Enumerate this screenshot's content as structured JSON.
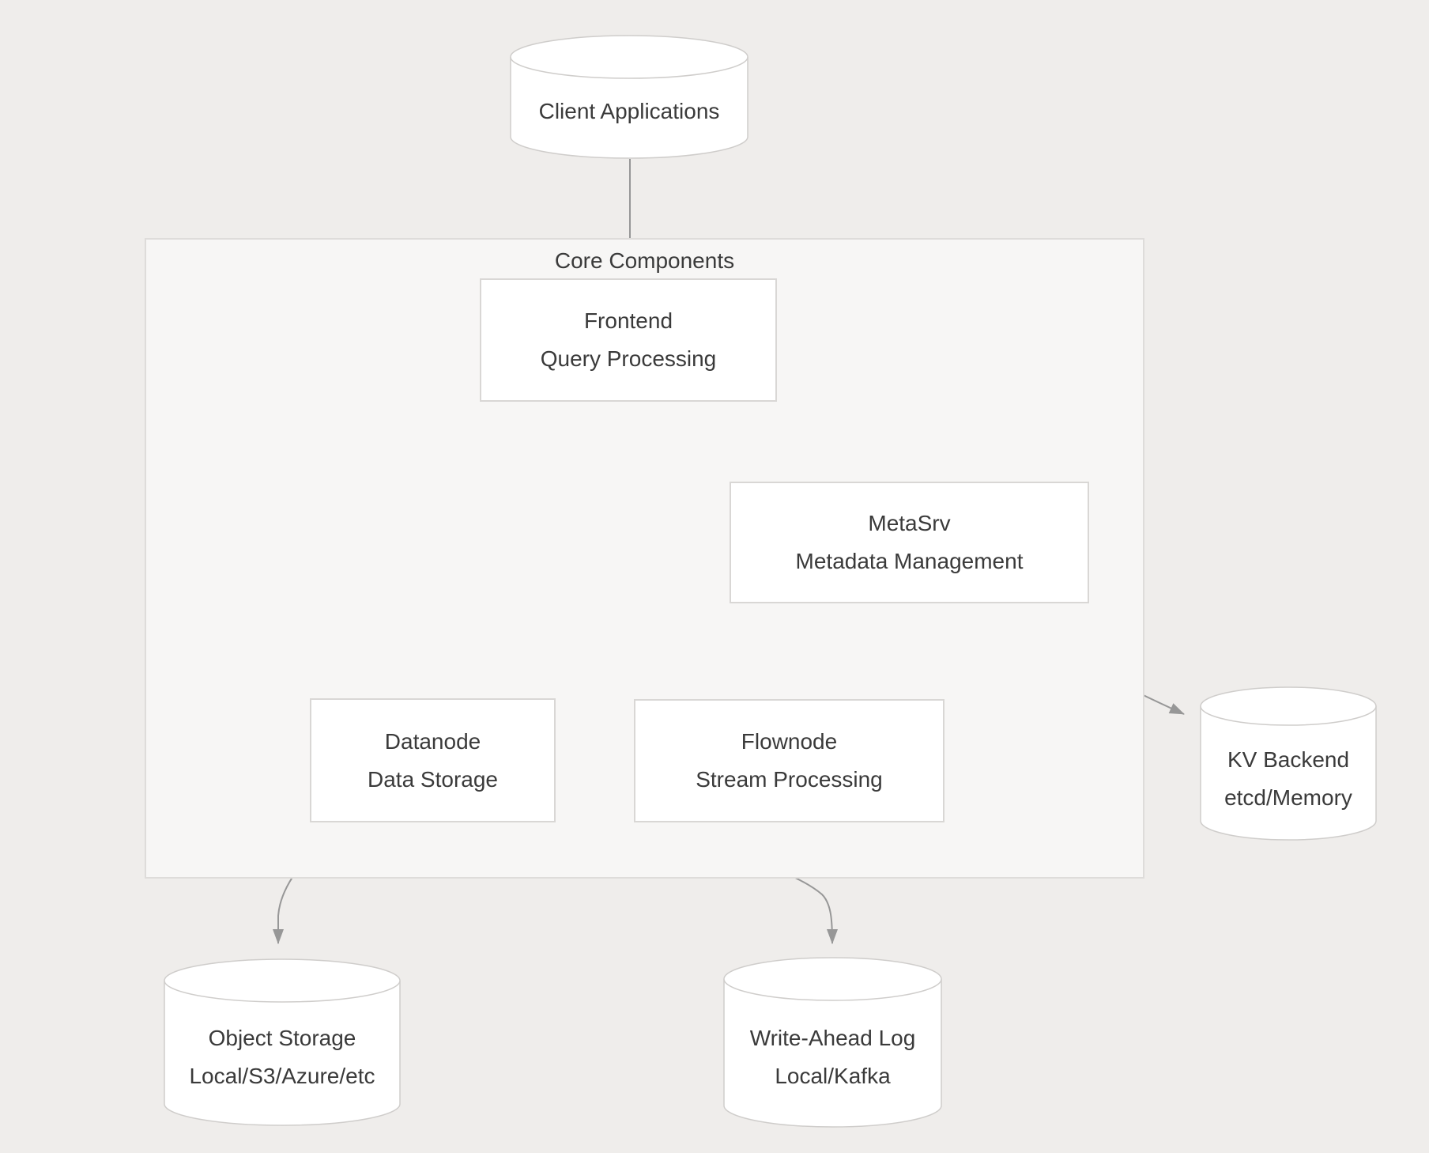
{
  "diagram": {
    "container": {
      "label": "Core Components"
    },
    "nodes": {
      "client": {
        "line1": "Client Applications",
        "line2": "",
        "shape": "cylinder"
      },
      "frontend": {
        "line1": "Frontend",
        "line2": "Query Processing",
        "shape": "rect"
      },
      "metasrv": {
        "line1": "MetaSrv",
        "line2": "Metadata Management",
        "shape": "rect"
      },
      "datanode": {
        "line1": "Datanode",
        "line2": "Data Storage",
        "shape": "rect"
      },
      "flownode": {
        "line1": "Flownode",
        "line2": "Stream Processing",
        "shape": "rect"
      },
      "kv_backend": {
        "line1": "KV Backend",
        "line2": "etcd/Memory",
        "shape": "cylinder"
      },
      "object_storage": {
        "line1": "Object Storage",
        "line2": "Local/S3/Azure/etc",
        "shape": "cylinder"
      },
      "write_ahead_log": {
        "line1": "Write-Ahead Log",
        "line2": "Local/Kafka",
        "shape": "cylinder"
      }
    },
    "edges": [
      {
        "from": "client",
        "to": "frontend"
      },
      {
        "from": "frontend",
        "to": "datanode"
      },
      {
        "from": "frontend",
        "to": "flownode"
      },
      {
        "from": "frontend",
        "to": "metasrv"
      },
      {
        "from": "metasrv",
        "to": "datanode"
      },
      {
        "from": "metasrv",
        "to": "flownode"
      },
      {
        "from": "metasrv",
        "to": "kv_backend"
      },
      {
        "from": "datanode",
        "to": "object_storage"
      },
      {
        "from": "datanode",
        "to": "write_ahead_log"
      }
    ],
    "colors": {
      "page_bg": "#efedeb",
      "container_bg": "#f7f6f5",
      "container_border": "#dedcda",
      "node_bg": "#ffffff",
      "node_border": "#d9d7d5",
      "cylinder_stroke": "#cfcdcb",
      "arrow": "#979797",
      "text": "#3a3a3a"
    }
  }
}
